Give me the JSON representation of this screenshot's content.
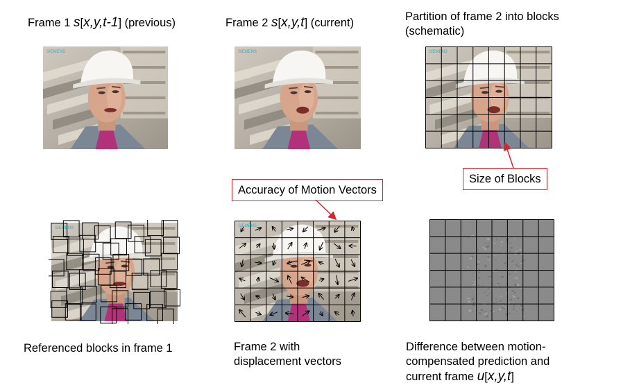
{
  "captions": {
    "frame1": {
      "prefix": "Frame 1 ",
      "sym": "s",
      "lb": "[",
      "vars": "x,y,t-1",
      "rb": "]",
      "suffix": " (previous)"
    },
    "frame2": {
      "prefix": "Frame 2 ",
      "sym": "s",
      "lb": "[",
      "vars": "x,y,t",
      "rb": "]",
      "suffix": " (current)"
    },
    "partition": {
      "line1": "Partition of frame 2 into blocks",
      "line2": "(schematic)"
    },
    "referenced": "Referenced blocks in frame 1",
    "displacement": {
      "line1": "Frame 2 with",
      "line2": "displacement vectors"
    },
    "difference": {
      "line1": "Difference between motion-",
      "line2": "compensated prediction and",
      "line3_prefix": "current frame ",
      "sym": "u",
      "lb": "[",
      "vars": "x,y,t",
      "rb": "]"
    }
  },
  "callouts": {
    "block_size": "Size of Blocks",
    "vector_accuracy": "Accuracy of Motion Vectors"
  },
  "logo_text": "SIEMENS",
  "colors": {
    "callout_border": "#d8232a",
    "arrow": "#d8232a",
    "residual": "#8a8a8a",
    "grid": "#000000"
  }
}
